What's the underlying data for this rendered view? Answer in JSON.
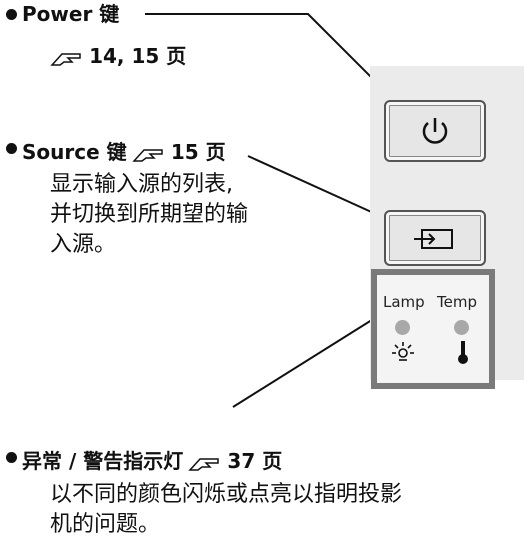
{
  "power": {
    "label": "Power 键",
    "ref": "14, 15 页"
  },
  "source": {
    "label": "Source 键",
    "ref": "15 页",
    "desc_lines": [
      "显示输入源的列表,",
      "并切换到所期望的输",
      "入源。"
    ]
  },
  "indicators": {
    "label": "异常 / 警告指示灯",
    "ref": "37 页",
    "desc_lines": [
      "以不同的颜色闪烁或点亮以指明投影",
      "机的问题。"
    ],
    "lamp_label": "Lamp",
    "temp_label": "Temp"
  },
  "icons": [
    "power-icon",
    "source-input-icon",
    "lamp-icon",
    "thermometer-icon",
    "pointing-hand-icon"
  ]
}
